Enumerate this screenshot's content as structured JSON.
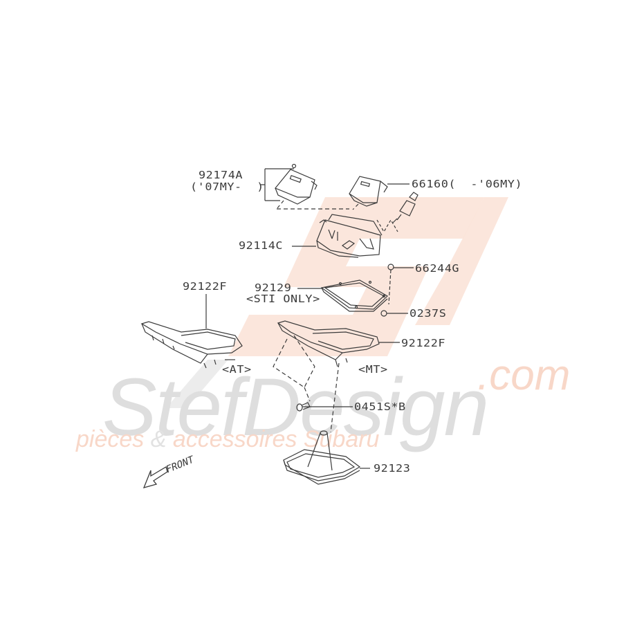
{
  "diagram": {
    "title": "Subaru console shift boot / indicator parts diagram",
    "line_color": "#3a3a3a",
    "callouts": [
      {
        "id": "92174A",
        "text": "92174A",
        "note": "('07MY-  )"
      },
      {
        "id": "66160",
        "text": "66160(  -'06MY)"
      },
      {
        "id": "92114C",
        "text": "92114C"
      },
      {
        "id": "66244G",
        "text": "66244G"
      },
      {
        "id": "92129",
        "text": "92129",
        "note": "<STI ONLY>"
      },
      {
        "id": "0237S",
        "text": "0237S"
      },
      {
        "id": "92122F_AT",
        "text": "92122F",
        "note": "<AT>"
      },
      {
        "id": "92122F_MT",
        "text": "92122F",
        "note": "<MT>"
      },
      {
        "id": "0451S_B",
        "text": "0451S*B"
      },
      {
        "id": "92123",
        "text": "92123"
      }
    ],
    "front_indicator": {
      "text": "FRONT",
      "icon": "arrow-front-icon"
    }
  },
  "watermark": {
    "brand": "StefDesign",
    "domain": ".com",
    "tagline_part1": "pièces ",
    "tagline_amp": "&",
    "tagline_part2": " accessoires Subaru",
    "logo_icon": "sd-logo-icon",
    "colors": {
      "logo": "#f9ddd0",
      "brand": "#dedede",
      "accent": "#f8d7c8"
    }
  }
}
